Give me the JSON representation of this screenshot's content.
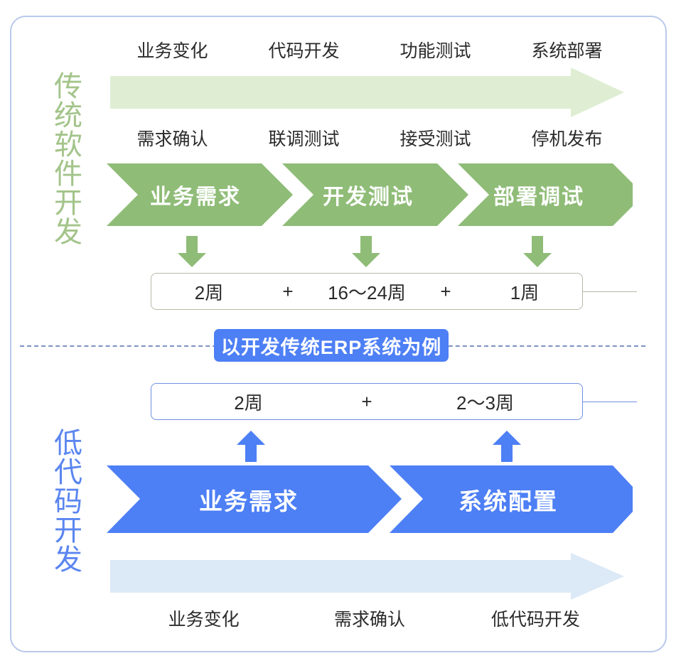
{
  "diagram": {
    "traditional": {
      "side_label": "传统软件开发",
      "side_color": "#a3c48a",
      "top_captions": [
        "业务变化",
        "代码开发",
        "功能测试",
        "系统部署"
      ],
      "bottom_captions": [
        "需求确认",
        "联调测试",
        "接受测试",
        "停机发布"
      ],
      "banner_color": "#dfeed3",
      "stages": [
        {
          "label": "业务需求"
        },
        {
          "label": "开发测试"
        },
        {
          "label": "部署调试"
        }
      ],
      "stage_color": "#8fbc77",
      "durations": [
        "2周",
        "16～24周",
        "1周"
      ],
      "plus": "+"
    },
    "lowcode": {
      "side_label": "低代码开发",
      "side_color": "#5b86f0",
      "bottom_captions": [
        "业务变化",
        "需求确认",
        "低代码开发"
      ],
      "banner_color": "#dce9f6",
      "stages": [
        {
          "label": "业务需求"
        },
        {
          "label": "系统配置"
        }
      ],
      "stage_color": "#4d7ff5",
      "durations": [
        "2周",
        "2～3周"
      ],
      "plus": "+"
    },
    "center_badge": {
      "label": "以开发传统ERP系统为例",
      "background": "#4d7ff5",
      "text_color": "#ffffff"
    },
    "frame_border_color": "#b9c8ec"
  }
}
